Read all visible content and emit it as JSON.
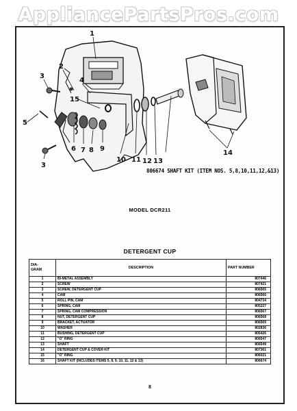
{
  "watermark": "AppliancePartsPros.com",
  "diagram": {
    "callouts": [
      "1",
      "2",
      "3",
      "3",
      "4",
      "5",
      "6",
      "7",
      "8",
      "9",
      "10",
      "11",
      "12",
      "13",
      "14",
      "15"
    ],
    "shaft_kit_note": "806674 SHAFT KIT (ITEM NOS. 5,8,10,11,12,&13)"
  },
  "model_label": "MODEL DCR211",
  "section_title": "DETERGENT CUP",
  "table": {
    "headers": {
      "diagram": "DIA-\nGRAM",
      "description": "DESCRIPTION",
      "part_number": "PART NUMBER"
    },
    "rows": [
      {
        "diagram": "1",
        "description": "BI-METAL ASSEMBLY",
        "part_number": "807446"
      },
      {
        "diagram": "2",
        "description": "SCREW",
        "part_number": "807421"
      },
      {
        "diagram": "3",
        "description": "SCREW, DETERGENT CUP",
        "part_number": "806565"
      },
      {
        "diagram": "4",
        "description": "CAM",
        "part_number": "806566"
      },
      {
        "diagram": "5",
        "description": "ROLL PIN, CAM",
        "part_number": "804734"
      },
      {
        "diagram": "6",
        "description": "SPRING, CAM",
        "part_number": "805227"
      },
      {
        "diagram": "7",
        "description": "SPRING, CAM COMPRESSION",
        "part_number": "806567"
      },
      {
        "diagram": "8",
        "description": "NUT, DETERGENT CUP",
        "part_number": "806568"
      },
      {
        "diagram": "9",
        "description": "BRACKET, ACTUATOR",
        "part_number": "806569"
      },
      {
        "diagram": "10",
        "description": "WASHER",
        "part_number": "802836"
      },
      {
        "diagram": "11",
        "description": "BUSHING, DETERGENT CUP",
        "part_number": "805426"
      },
      {
        "diagram": "12",
        "description": "\"O\" RING",
        "part_number": "806547"
      },
      {
        "diagram": "13",
        "description": "SHAFT",
        "part_number": "806549"
      },
      {
        "diagram": "14",
        "description": "DETERGENT CUP & COVER KIT",
        "part_number": "807361"
      },
      {
        "diagram": "15",
        "description": "\"O\" RING",
        "part_number": "806021"
      },
      {
        "diagram": "16",
        "description": "SHAFT KIT (INCLUDES ITEMS 5, 8, 9, 10, 11, 12 & 13)",
        "part_number": "806674"
      }
    ]
  },
  "page_number": "8"
}
